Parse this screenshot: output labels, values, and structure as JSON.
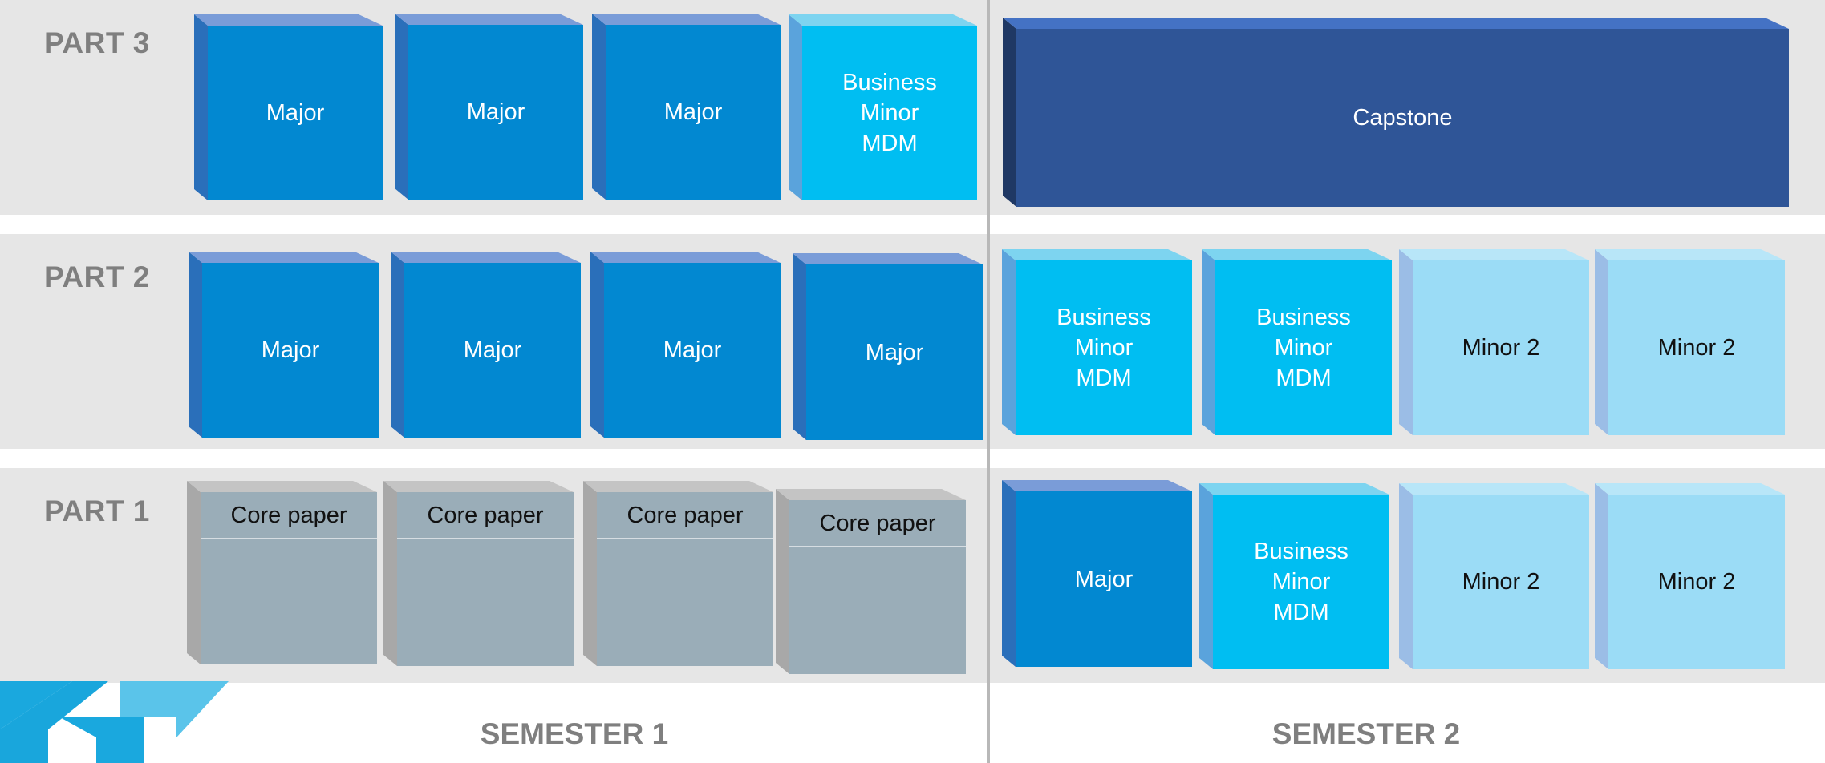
{
  "parts": [
    "PART 3",
    "PART 2",
    "PART 1"
  ],
  "semesters": [
    "SEMESTER 1",
    "SEMESTER 2"
  ],
  "colors": {
    "major": "#0288d1",
    "business_minor_mdm": "#00bef2",
    "minor_2": "#9bdcf6",
    "core_paper": "#9aadb8",
    "capstone": "#2f5597",
    "background_band": "#e6e6e6",
    "label_grey": "#7f7f7f"
  },
  "boxes": {
    "p3": [
      "Major",
      "Major",
      "Major",
      "Business\nMinor\nMDM",
      "Capstone"
    ],
    "p2": [
      "Major",
      "Major",
      "Major",
      "Major",
      "Business\nMinor\nMDM",
      "Business\nMinor\nMDM",
      "Minor 2",
      "Minor 2"
    ],
    "p1": [
      "Core paper",
      "Core paper",
      "Core paper",
      "Core paper",
      "Major",
      "Business\nMinor\nMDM",
      "Minor 2",
      "Minor 2"
    ]
  }
}
